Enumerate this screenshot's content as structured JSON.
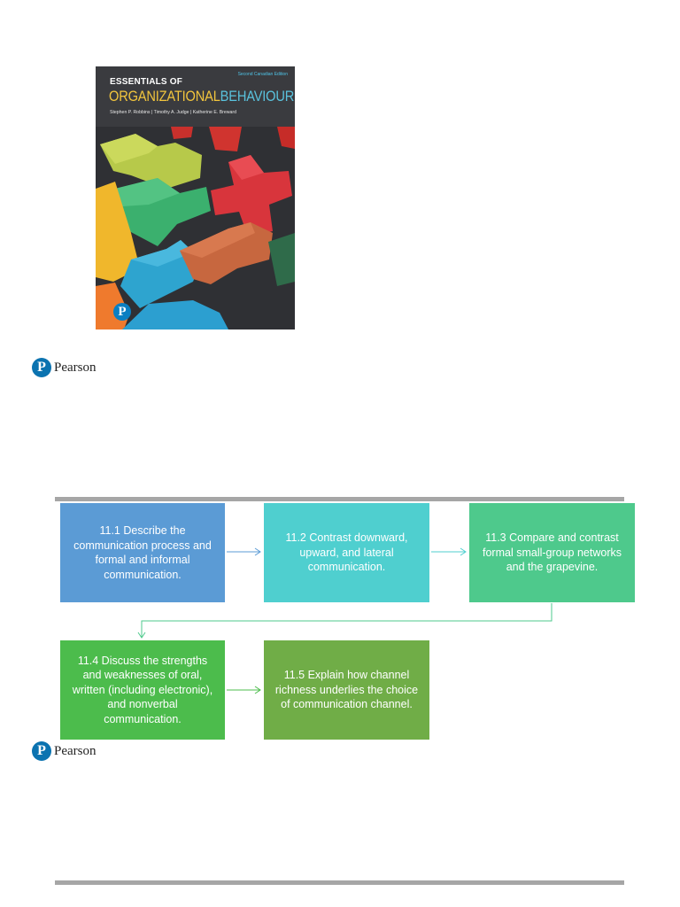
{
  "cover": {
    "edition": "Second Canadian Edition",
    "title_line1": "ESSENTIALS OF",
    "title_word1": "ORGANIZATIONAL",
    "title_word2": "BEHAVIOUR",
    "authors": "Stephen P. Robbins  |  Timothy A. Judge  |  Katherine E. Breward",
    "logo_letter": "P",
    "colors": {
      "title_yellow": "#f2c53d",
      "title_blue": "#5ac3de",
      "background": "#2e2f33"
    }
  },
  "brand": {
    "logo_letter": "P",
    "name": "Pearson",
    "color": "#0b73b0"
  },
  "objectives": [
    {
      "text": "11.1 Describe the communication process and formal and informal communication.",
      "color": "#5b9bd5"
    },
    {
      "text": "11.2 Contrast downward, upward, and lateral communication.",
      "color": "#4fcfcf"
    },
    {
      "text": "11.3 Compare and contrast formal small-group networks and the grapevine.",
      "color": "#4ec98c"
    },
    {
      "text": "11.4 Discuss the strengths and weaknesses of oral, written (including electronic), and nonverbal communication.",
      "color": "#4cbc4c"
    },
    {
      "text": "11.5 Explain how channel richness underlies the choice of communication channel.",
      "color": "#70ad47"
    }
  ]
}
